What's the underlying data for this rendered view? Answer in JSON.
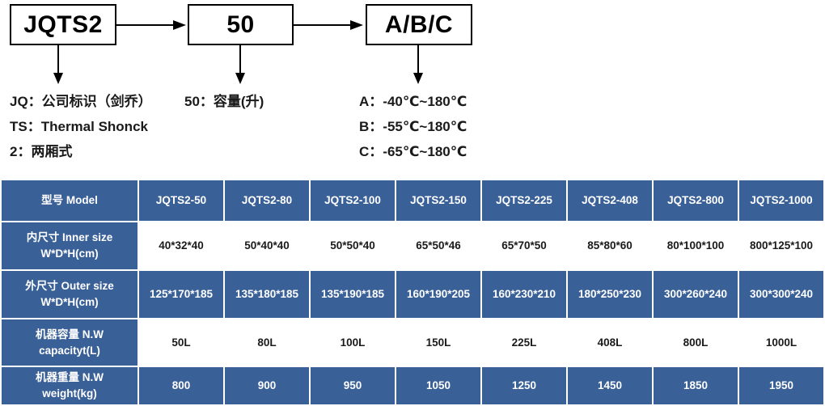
{
  "diagram": {
    "boxes": [
      {
        "id": "model",
        "label": "JQTS2"
      },
      {
        "id": "capacity",
        "label": "50"
      },
      {
        "id": "temp",
        "label": "A/B/C"
      }
    ],
    "legend_left": [
      "JQ：公司标识（剑乔）",
      "TS：Thermal Shonck",
      "2：两厢式"
    ],
    "legend_mid": [
      "50：容量(升)"
    ],
    "legend_right": [
      "A：-40℃~180℃",
      "B：-55℃~180℃",
      "C：-65℃~180℃"
    ]
  },
  "table": {
    "header_label": "型号 Model",
    "models": [
      "JQTS2-50",
      "JQTS2-80",
      "JQTS2-100",
      "JQTS2-150",
      "JQTS2-225",
      "JQTS2-408",
      "JQTS2-800",
      "JQTS2-1000"
    ],
    "rows": [
      {
        "label_line1": "内尺寸 Inner size",
        "label_line2": "W*D*H(cm)",
        "style": "white",
        "values": [
          "40*32*40",
          "50*40*40",
          "50*50*40",
          "65*50*46",
          "65*70*50",
          "85*80*60",
          "80*100*100",
          "800*125*100"
        ]
      },
      {
        "label_line1": "外尺寸 Outer size",
        "label_line2": "W*D*H(cm)",
        "style": "blue",
        "values": [
          "125*170*185",
          "135*180*185",
          "135*190*185",
          "160*190*205",
          "160*230*210",
          "180*250*230",
          "300*260*240",
          "300*300*240"
        ]
      },
      {
        "label_line1": "机器容量 N.W",
        "label_line2": "capacityt(L)",
        "style": "white",
        "values": [
          "50L",
          "80L",
          "100L",
          "150L",
          "225L",
          "408L",
          "800L",
          "1000L"
        ]
      },
      {
        "label_line1": "机器重量 N.W",
        "label_line2": "weight(kg)",
        "style": "blue",
        "values": [
          "800",
          "900",
          "950",
          "1050",
          "1250",
          "1450",
          "1850",
          "1950"
        ]
      }
    ]
  },
  "colors": {
    "header_blue": "#3a6098",
    "cell_blue": "#3a6098",
    "cell_white": "#ffffff",
    "text_dark": "#1a1a1a",
    "line_black": "#000000"
  }
}
